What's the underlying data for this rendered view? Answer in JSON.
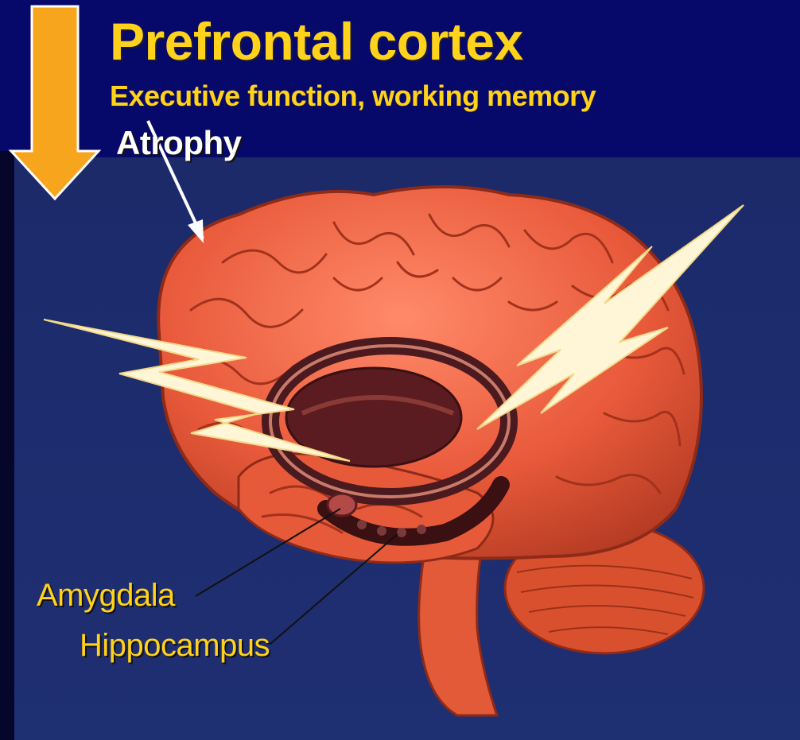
{
  "slide": {
    "title": "Prefrontal cortex",
    "subtitle": "Executive function, working memory",
    "pointer_label": "Atrophy",
    "labels": {
      "amygdala": "Amygdala",
      "hippocampus": "Hippocampus"
    }
  },
  "colors": {
    "background": "#06086a",
    "panel": "#1a2a70",
    "accent_text": "#ffd21c",
    "arrow": "#f7a51c",
    "brain": "#e8593a",
    "limbic": "#4a1a1e"
  }
}
